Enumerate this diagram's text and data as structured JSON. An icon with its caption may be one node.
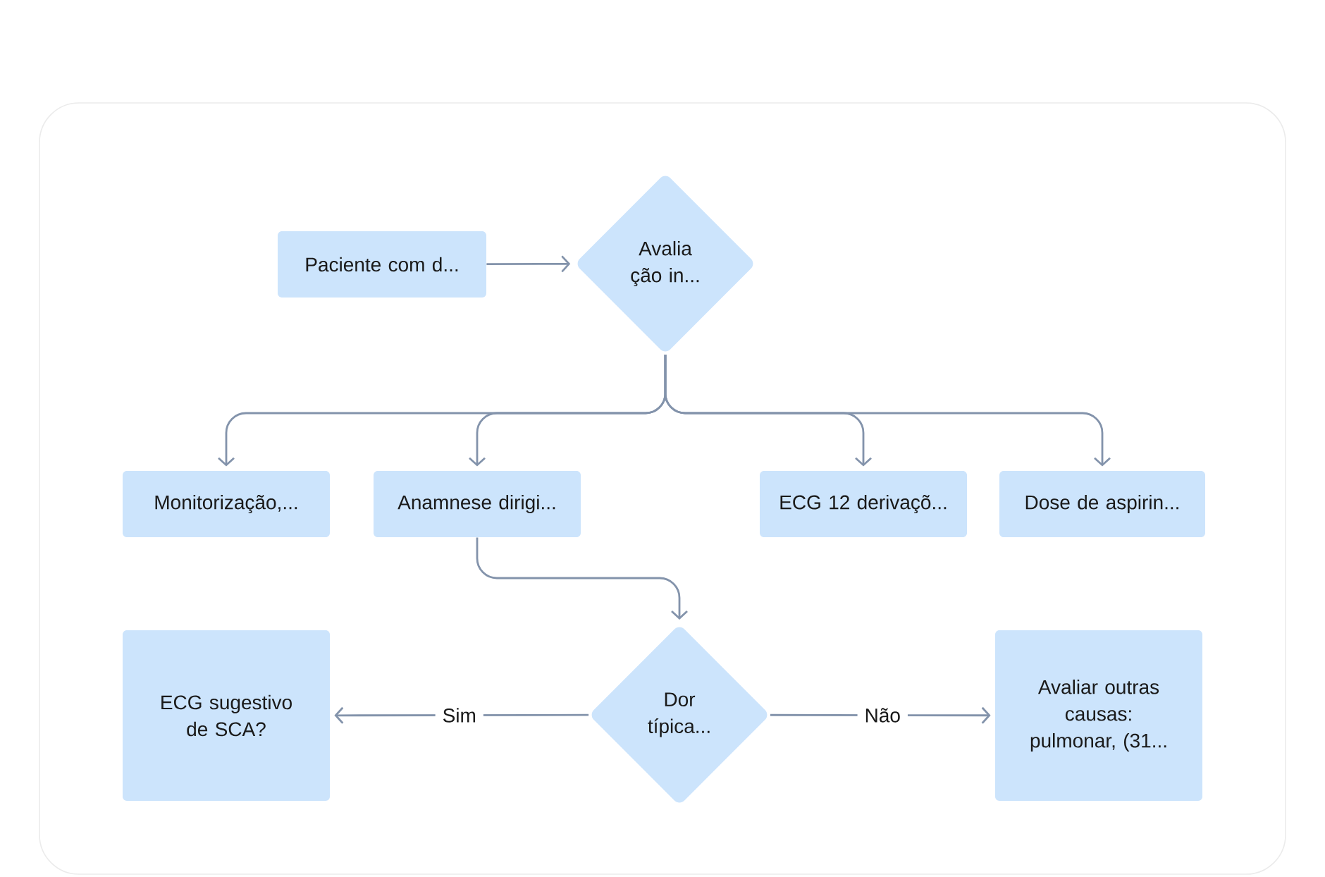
{
  "diagram": {
    "nodes": [
      {
        "text": [
          "Paciente com d..."
        ]
      },
      {
        "text": [
          "Avalia ção in..."
        ]
      },
      {
        "text": [
          "Monitorização,..."
        ]
      },
      {
        "text": [
          "Anamnese dirigi..."
        ]
      },
      {
        "text": [
          "ECG 12 derivaçõ..."
        ]
      },
      {
        "text": [
          "Dose de aspirin..."
        ]
      },
      {
        "text": [
          "ECG sugestivo de SCA?"
        ]
      },
      {
        "text": [
          "Dor típica..."
        ]
      },
      {
        "text": [
          "Avaliar outras causas: pulmonar, (31..."
        ]
      }
    ],
    "edges": [
      {
        "from": 0,
        "to": 1,
        "arrow": "to"
      },
      {
        "from": 1,
        "to": 2,
        "arrow": "to"
      },
      {
        "from": 1,
        "to": 3,
        "arrow": "to"
      },
      {
        "from": 1,
        "to": 4,
        "arrow": "to"
      },
      {
        "from": 1,
        "to": 5,
        "arrow": "to"
      },
      {
        "from": 3,
        "to": 7,
        "arrow": "to"
      },
      {
        "from": 7,
        "to": 6,
        "arrow": "to",
        "label": "Sim"
      },
      {
        "from": 7,
        "to": 8,
        "arrow": "to",
        "label": "Não"
      }
    ]
  }
}
